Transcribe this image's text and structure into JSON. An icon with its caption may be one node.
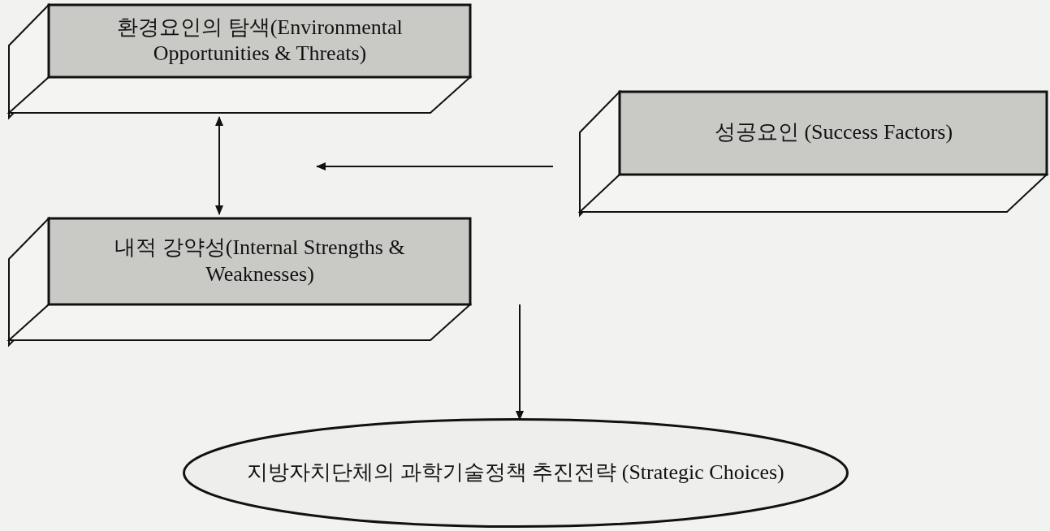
{
  "diagram": {
    "nodes": [
      {
        "text": [
          "환경요인의 탐색(Environmental Opportunities & Threats)"
        ]
      },
      {
        "text": [
          "내적 강약성(Internal Strengths & Weaknesses)"
        ]
      },
      {
        "text": [
          "성공요인 (Success Factors)"
        ]
      },
      {
        "text": [
          "지방자치단체의 과학기술정책 추진전략 (Strategic Choices)"
        ]
      }
    ],
    "edges": [
      {
        "from": 0,
        "to": 1,
        "arrow": "both"
      },
      {
        "from": 2,
        "to": null,
        "arrow": "to"
      },
      {
        "from": null,
        "to": 3,
        "arrow": "to"
      }
    ]
  }
}
